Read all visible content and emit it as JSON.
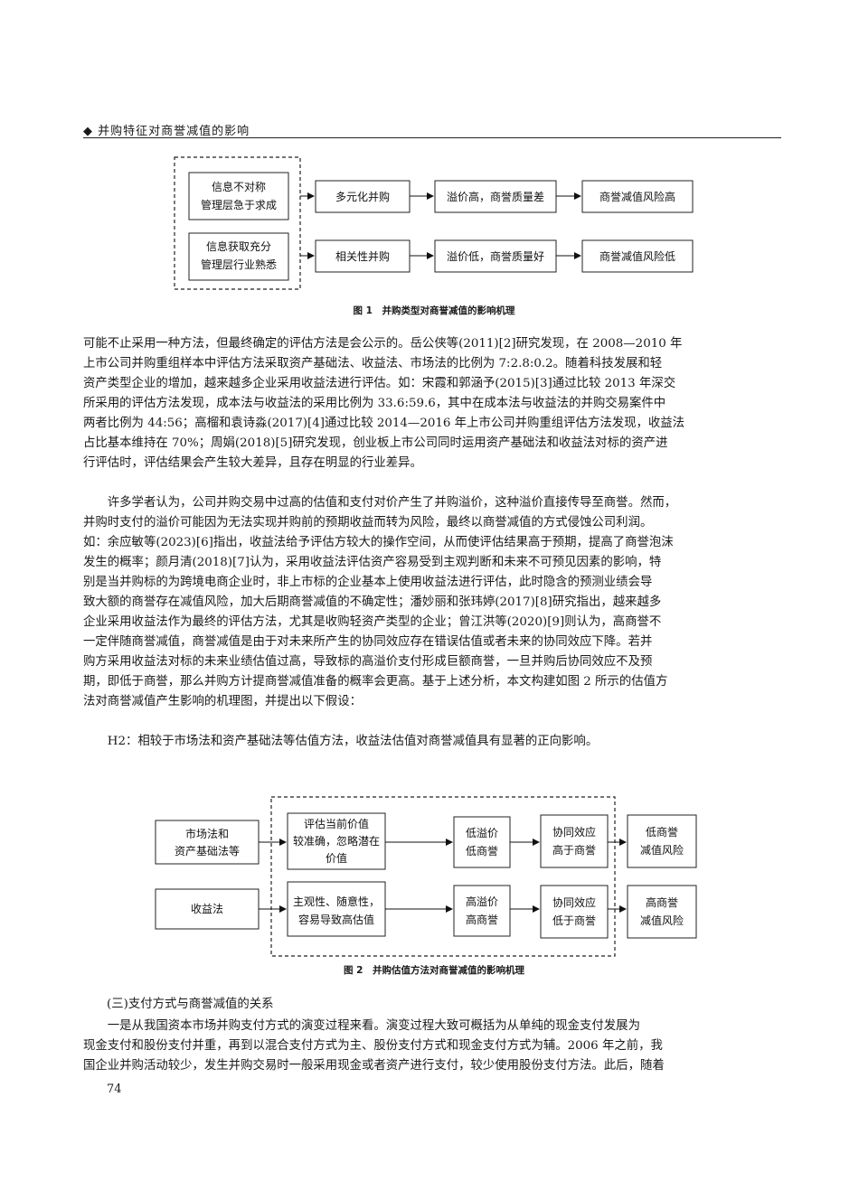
{
  "header": {
    "bullet": "◆",
    "title": "并购特征对商誉减值的影响"
  },
  "figure1": {
    "box_info_asym": [
      "信息不对称",
      "管理层急于求成"
    ],
    "box_info_access": [
      "信息获取充分",
      "管理层行业熟悉"
    ],
    "box_diversified": "多元化并购",
    "box_related": "相关性并购",
    "box_high_premium": "溢价高，商誉质量差",
    "box_low_premium": "溢价低，商誉质量好",
    "box_high_risk": "商誉减值风险高",
    "box_low_risk": "商誉减值风险低",
    "caption": "图 1　并购类型对商誉减值的影响机理"
  },
  "paragraph1": [
    "可能不止采用一种方法，但最终确定的评估方法是会公示的。岳公侠等(2011)[2]研究发现，在 2008—2010 年",
    "上市公司并购重组样本中评估方法采取资产基础法、收益法、市场法的比例为 7:2.8:0.2。随着科技发展和轻",
    "资产类型企业的增加，越来越多企业采用收益法进行评估。如：宋霞和郭涵予(2015)[3]通过比较 2013 年深交",
    "所采用的评估方法发现，成本法与收益法的采用比例为 33.6:59.6，其中在成本法与收益法的并购交易案件中",
    "两者比例为 44:56；高榴和袁诗淼(2017)[4]通过比较 2014—2016 年上市公司并购重组评估方法发现，收益法",
    "占比基本维持在 70%；周娟(2018)[5]研究发现，创业板上市公司同时运用资产基础法和收益法对标的资产进",
    "行评估时，评估结果会产生较大差异，且存在明显的行业差异。"
  ],
  "paragraph2": [
    "　　许多学者认为，公司并购交易中过高的估值和支付对价产生了并购溢价，这种溢价直接传导至商誉。然而，",
    "并购时支付的溢价可能因为无法实现并购前的预期收益而转为风险，最终以商誉减值的方式侵蚀公司利润。",
    "如：余应敏等(2023)[6]指出，收益法给予评估方较大的操作空间，从而使评估结果高于预期，提高了商誉泡沫",
    "发生的概率；颜月清(2018)[7]认为，采用收益法评估资产容易受到主观判断和未来不可预见因素的影响，特",
    "别是当并购标的为跨境电商企业时，非上市标的企业基本上使用收益法进行评估，此时隐含的预测业绩会导",
    "致大额的商誉存在减值风险，加大后期商誉减值的不确定性；潘妙丽和张玮婷(2017)[8]研究指出，越来越多",
    "企业采用收益法作为最终的评估方法，尤其是收购轻资产类型的企业；曾江洪等(2020)[9]则认为，高商誉不",
    "一定伴随商誉减值，商誉减值是由于对未来所产生的协同效应存在错误估值或者未来的协同效应下降。若并",
    "购方采用收益法对标的未来业绩估值过高，导致标的高溢价支付形成巨额商誉，一旦并购后协同效应不及预",
    "期，即低于商誉，那么并购方计提商誉减值准备的概率会更高。基于上述分析，本文构建如图 2 所示的估值方",
    "法对商誉减值产生影响的机理图，并提出以下假设："
  ],
  "hypothesis": "　　H2：相较于市场法和资产基础法等估值方法，收益法估值对商誉减值具有显著的正向影响。",
  "figure2": {
    "box_market": [
      "市场法和",
      "资产基础法等"
    ],
    "box_income": "收益法",
    "box_accurate": [
      "评估当前价值",
      "较准确，忽略潜在",
      "价值"
    ],
    "box_subjective": [
      "主观性、随意性，",
      "容易导致高估值"
    ],
    "box_low_premium": [
      "低溢价",
      "低商誉"
    ],
    "box_high_premium": [
      "高溢价",
      "高商誉"
    ],
    "box_synergy_high": [
      "协同效应",
      "高于商誉"
    ],
    "box_synergy_low": [
      "协同效应",
      "低于商誉"
    ],
    "box_low_risk": [
      "低商誉",
      "减值风险"
    ],
    "box_high_risk": [
      "高商誉",
      "减值风险"
    ],
    "caption": "图 2　并购估值方法对商誉减值的影响机理"
  },
  "section_title": "(三)支付方式与商誉减值的关系",
  "paragraph3": [
    "　　一是从我国资本市场并购支付方式的演变过程来看。演变过程大致可概括为从单纯的现金支付发展为",
    "现金支付和股份支付并重，再到以混合支付方式为主、股份支付方式和现金支付方式为辅。2006 年之前，我",
    "国企业并购活动较少，发生并购交易时一般采用现金或者资产进行支付，较少使用股份支付方法。此后，随着"
  ],
  "page_number": "74"
}
